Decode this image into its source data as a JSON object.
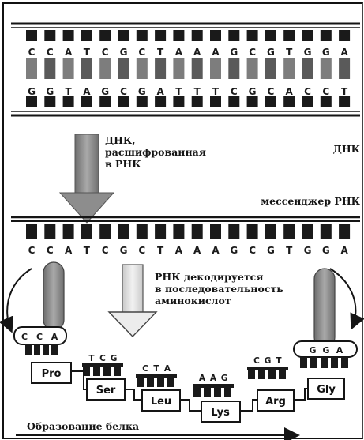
{
  "dna": {
    "top_strand": [
      "C",
      "C",
      "A",
      "T",
      "C",
      "G",
      "C",
      "T",
      "A",
      "A",
      "A",
      "G",
      "C",
      "G",
      "T",
      "G",
      "G",
      "A"
    ],
    "bottom_strand": [
      "G",
      "G",
      "T",
      "A",
      "G",
      "C",
      "G",
      "A",
      "T",
      "T",
      "T",
      "C",
      "G",
      "C",
      "A",
      "C",
      "C",
      "T"
    ]
  },
  "mrna": {
    "bases": [
      "C",
      "C",
      "A",
      "T",
      "C",
      "G",
      "C",
      "T",
      "A",
      "A",
      "A",
      "G",
      "C",
      "G",
      "T",
      "G",
      "G",
      "A"
    ]
  },
  "labels": {
    "transcribed": [
      "ДНК,",
      "расшифрованная",
      "в РНК"
    ],
    "dna": "ДНК",
    "messenger": "мессенджер РНК",
    "decoded": [
      "РНК декодируется",
      "в последовательность",
      "аминокислот"
    ],
    "protein_formation": "Образование белка"
  },
  "trna": {
    "left_anticodon": [
      "C",
      "C",
      "A"
    ],
    "right_anticodon": [
      "G",
      "G",
      "A"
    ]
  },
  "codons": [
    {
      "bases": [
        "T",
        "C",
        "G"
      ],
      "amino_acid": "Ser"
    },
    {
      "bases": [
        "C",
        "T",
        "A"
      ],
      "amino_acid": "Leu"
    },
    {
      "bases": [
        "A",
        "A",
        "G"
      ],
      "amino_acid": "Lys"
    },
    {
      "bases": [
        "C",
        "G",
        "T"
      ],
      "amino_acid": "Arg"
    }
  ],
  "amino_acids": [
    "Pro",
    "Ser",
    "Leu",
    "Lys",
    "Arg",
    "Gly"
  ],
  "colors": {
    "ink": "#151515",
    "shaft": "#8a8a8a",
    "shaft_light": "#d4d4d4",
    "stripe_dark": "#1a1a1a",
    "stripe_mid": "#7a7a7a"
  }
}
